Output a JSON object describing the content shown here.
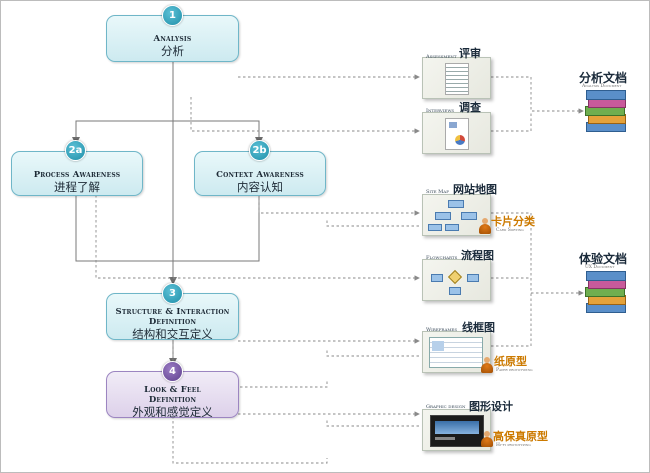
{
  "steps": [
    {
      "num": "1",
      "en": "Analysis",
      "zh": "分析"
    },
    {
      "num": "2a",
      "en": "Process Awareness",
      "zh": "进程了解"
    },
    {
      "num": "2b",
      "en": "Context Awareness",
      "zh": "内容认知"
    },
    {
      "num": "3",
      "en": "Structure & Interaction Definition",
      "zh": "结构和交互定义"
    },
    {
      "num": "4",
      "en": "Look & Feel Definition",
      "zh": "外观和感觉定义"
    }
  ],
  "artifacts": {
    "assessment": {
      "en": "Assessment",
      "zh": "评审"
    },
    "interviews": {
      "en": "Interviews",
      "zh": "调查"
    },
    "sitemap": {
      "en": "Site Map",
      "zh": "网站地图"
    },
    "cardsorting": {
      "en": "Card Sorting",
      "zh": "卡片分类"
    },
    "flowcharts": {
      "en": "Flowcharts",
      "zh": "流程图"
    },
    "wireframes": {
      "en": "Wireframes",
      "zh": "线框图"
    },
    "paper": {
      "en": "Paper prototyping",
      "zh": "纸原型"
    },
    "graphic": {
      "en": "Graphic design",
      "zh": "图形设计"
    },
    "hifi": {
      "en": "Hi-fi prototyping",
      "zh": "高保真原型"
    }
  },
  "documents": {
    "analysis": {
      "zh": "分析文档",
      "en": "Analysis Document"
    },
    "ux": {
      "zh": "体验文档",
      "en": "UX Document"
    }
  },
  "colors": {
    "blue_border": "#6fb6c8",
    "purple_border": "#9c85c1",
    "orange": "#cc7a00",
    "teal": "#1f8fa8",
    "violet": "#5e3f8d"
  }
}
